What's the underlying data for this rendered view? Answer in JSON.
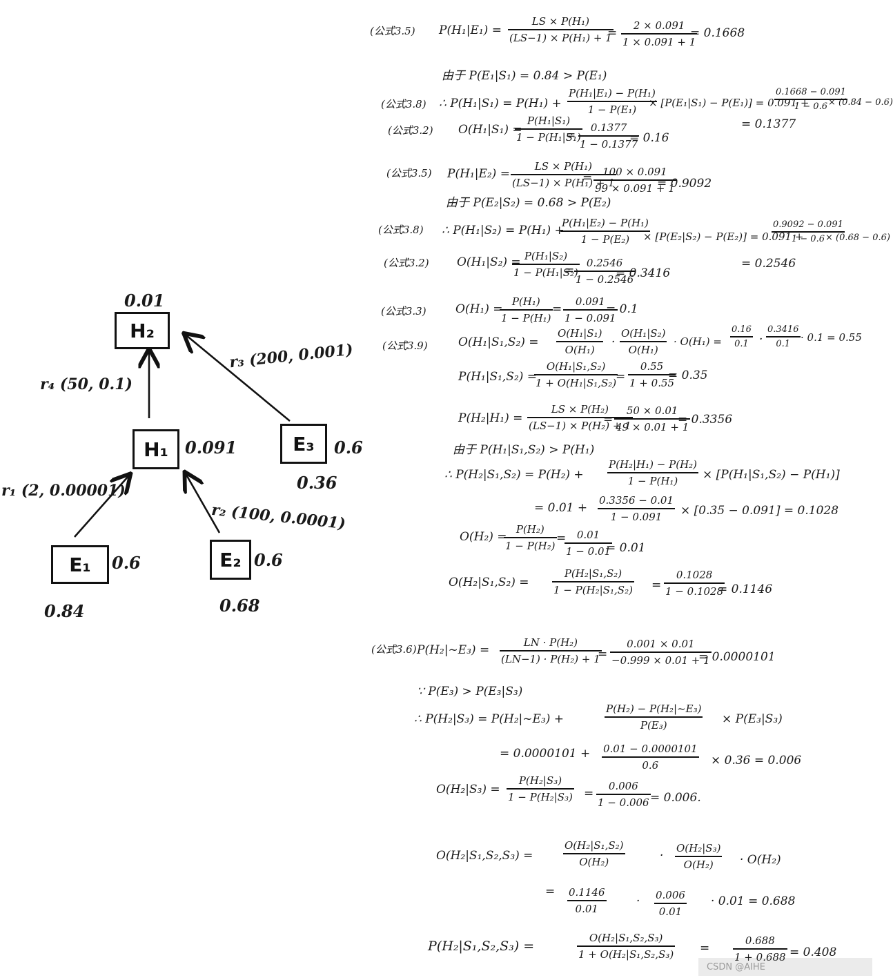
{
  "tree": {
    "nodes": {
      "h2": {
        "label": "H₂",
        "prior": "0.01"
      },
      "h1": {
        "label": "H₁",
        "prior": "0.091"
      },
      "e1": {
        "label": "E₁",
        "prior": "0.6",
        "obs": "0.84"
      },
      "e2": {
        "label": "E₂",
        "prior": "0.6",
        "obs": "0.68"
      },
      "e3": {
        "label": "E₃",
        "prior": "0.6",
        "obs": "0.36"
      }
    },
    "rules": {
      "r1": "r₁ (2, 0.00001)",
      "r2": "r₂ (100, 0.0001)",
      "r3": "r₃ (200, 0.001)",
      "r4": "r₄ (50, 0.1)"
    }
  },
  "calc": {
    "l1_tag": "(公式3.5)",
    "l1": "P(H₁|E₁) =",
    "l1_n1": "LS × P(H₁)",
    "l1_d1": "(LS−1) × P(H₁) + 1",
    "l1_n2": "2 × 0.091",
    "l1_d2": "1 × 0.091 + 1",
    "l1_r": "= 0.1668",
    "l2": "由于 P(E₁|S₁) = 0.84 > P(E₁)",
    "l3_tag": "(公式3.8)",
    "l3": "∴ P(H₁|S₁) = P(H₁) +",
    "l3_n": "P(H₁|E₁) − P(H₁)",
    "l3_d": "1 − P(E₁)",
    "l3_b": "× [P(E₁|S₁) − P(E₁)] = 0.091 +",
    "l3_n2": "0.1668 − 0.091",
    "l3_d2": "1 − 0.6",
    "l3_c": "× (0.84 − 0.6)",
    "l3_r": "= 0.1377",
    "l4_tag": "(公式3.2)",
    "l4": "O(H₁|S₁) =",
    "l4_n": "P(H₁|S₁)",
    "l4_d": "1 − P(H₁|S₁)",
    "l4_n2": "0.1377",
    "l4_d2": "1 − 0.1377",
    "l4_r": "= 0.16",
    "l5_tag": "(公式3.5)",
    "l5": "P(H₁|E₂) =",
    "l5_n": "LS × P(H₁)",
    "l5_d": "(LS−1) × P(H₁) + 1",
    "l5_n2": "100 × 0.091",
    "l5_d2": "99 × 0.091 + 1",
    "l5_r": "= 0.9092",
    "l6": "由于 P(E₂|S₂) = 0.68 > P(E₂)",
    "l7_tag": "(公式3.8)",
    "l7": "∴ P(H₁|S₂) = P(H₁) +",
    "l7_n": "P(H₁|E₂) − P(H₁)",
    "l7_d": "1 − P(E₂)",
    "l7_b": "× [P(E₂|S₂) − P(E₂)] = 0.091 +",
    "l7_n2": "0.9092 − 0.091",
    "l7_d2": "1 − 0.6",
    "l7_c": "× (0.68 − 0.6)",
    "l7_r": "= 0.2546",
    "l8_tag": "(公式3.2)",
    "l8": "O(H₁|S₂) =",
    "l8_n": "P(H₁|S₂)",
    "l8_d": "1 − P(H₁|S₂)",
    "l8_n2": "0.2546",
    "l8_d2": "1 − 0.2546",
    "l8_r": "= 0.3416",
    "l9_tag": "(公式3.3)",
    "l9": "O(H₁) =",
    "l9_n": "P(H₁)",
    "l9_d": "1 − P(H₁)",
    "l9_n2": "0.091",
    "l9_d2": "1 − 0.091",
    "l9_r": "= 0.1",
    "l10_tag": "(公式3.9)",
    "l10": "O(H₁|S₁,S₂) =",
    "l10_n": "O(H₁|S₁)",
    "l10_d": "O(H₁)",
    "l10_n2": "O(H₁|S₂)",
    "l10_d2": "O(H₁)",
    "l10_b": "· O(H₁) =",
    "l10_n3": "0.16",
    "l10_d3": "0.1",
    "l10_n4": "0.3416",
    "l10_d4": "0.1",
    "l10_r": "· 0.1 = 0.55",
    "l11": "P(H₁|S₁,S₂) =",
    "l11_n": "O(H₁|S₁,S₂)",
    "l11_d": "1 + O(H₁|S₁,S₂)",
    "l11_n2": "0.55",
    "l11_d2": "1 + 0.55",
    "l11_r": "= 0.35",
    "l12": "P(H₂|H₁) =",
    "l12_n": "LS × P(H₂)",
    "l12_d": "(LS−1) × P(H₂) + 1",
    "l12_n2": "50 × 0.01",
    "l12_d2": "49 × 0.01 + 1",
    "l12_r": "= 0.3356",
    "l13": "由于 P(H₁|S₁,S₂) > P(H₁)",
    "l14": "∴ P(H₂|S₁,S₂) = P(H₂) +",
    "l14_n": "P(H₂|H₁) − P(H₂)",
    "l14_d": "1 − P(H₁)",
    "l14_b": "× [P(H₁|S₁,S₂) − P(H₁)]",
    "l15": "= 0.01 +",
    "l15_n": "0.3356 − 0.01",
    "l15_d": "1 − 0.091",
    "l15_b": "× [0.35 − 0.091] = 0.1028",
    "l16": "O(H₂) =",
    "l16_n": "P(H₂)",
    "l16_d": "1 − P(H₂)",
    "l16_n2": "0.01",
    "l16_d2": "1 − 0.01",
    "l16_r": "= 0.01",
    "l17": "O(H₂|S₁,S₂) =",
    "l17_n": "P(H₂|S₁,S₂)",
    "l17_d": "1 − P(H₂|S₁,S₂)",
    "l17_n2": "0.1028",
    "l17_d2": "1 − 0.1028",
    "l17_r": "= 0.1146",
    "l18_tag": "(公式3.6)",
    "l18": "P(H₂|~E₃) =",
    "l18_n": "LN · P(H₂)",
    "l18_d": "(LN−1) · P(H₂) + 1",
    "l18_n2": "0.001 × 0.01",
    "l18_d2": "−0.999 × 0.01 + 1",
    "l18_r": "= 0.0000101",
    "l19": "∵ P(E₃) > P(E₃|S₃)",
    "l20": "∴ P(H₂|S₃) = P(H₂|~E₃) +",
    "l20_n": "P(H₂) − P(H₂|~E₃)",
    "l20_d": "P(E₃)",
    "l20_b": "× P(E₃|S₃)",
    "l21": "= 0.0000101 +",
    "l21_n": "0.01 − 0.0000101",
    "l21_d": "0.6",
    "l21_b": "× 0.36 = 0.006",
    "l22": "O(H₂|S₃) =",
    "l22_n": "P(H₂|S₃)",
    "l22_d": "1 − P(H₂|S₃)",
    "l22_n2": "0.006",
    "l22_d2": "1 − 0.006",
    "l22_r": "= 0.006.",
    "l23": "O(H₂|S₁,S₂,S₃) =",
    "l23_n": "O(H₂|S₁,S₂)",
    "l23_d": "O(H₂)",
    "l23_n2": "O(H₂|S₃)",
    "l23_d2": "O(H₂)",
    "l23_b": "· O(H₂)",
    "l24": "=",
    "l24_n": "0.1146",
    "l24_d": "0.01",
    "l24_n2": "0.006",
    "l24_d2": "0.01",
    "l24_b": "· 0.01 = 0.688",
    "l25": "P(H₂|S₁,S₂,S₃) =",
    "l25_n": "O(H₂|S₁,S₂,S₃)",
    "l25_d": "1 + O(H₂|S₁,S₂,S₃)",
    "l25_n2": "0.688",
    "l25_d2": "1 + 0.688",
    "l25_r": "= 0.408"
  },
  "watermark": "CSDN @AIHE"
}
